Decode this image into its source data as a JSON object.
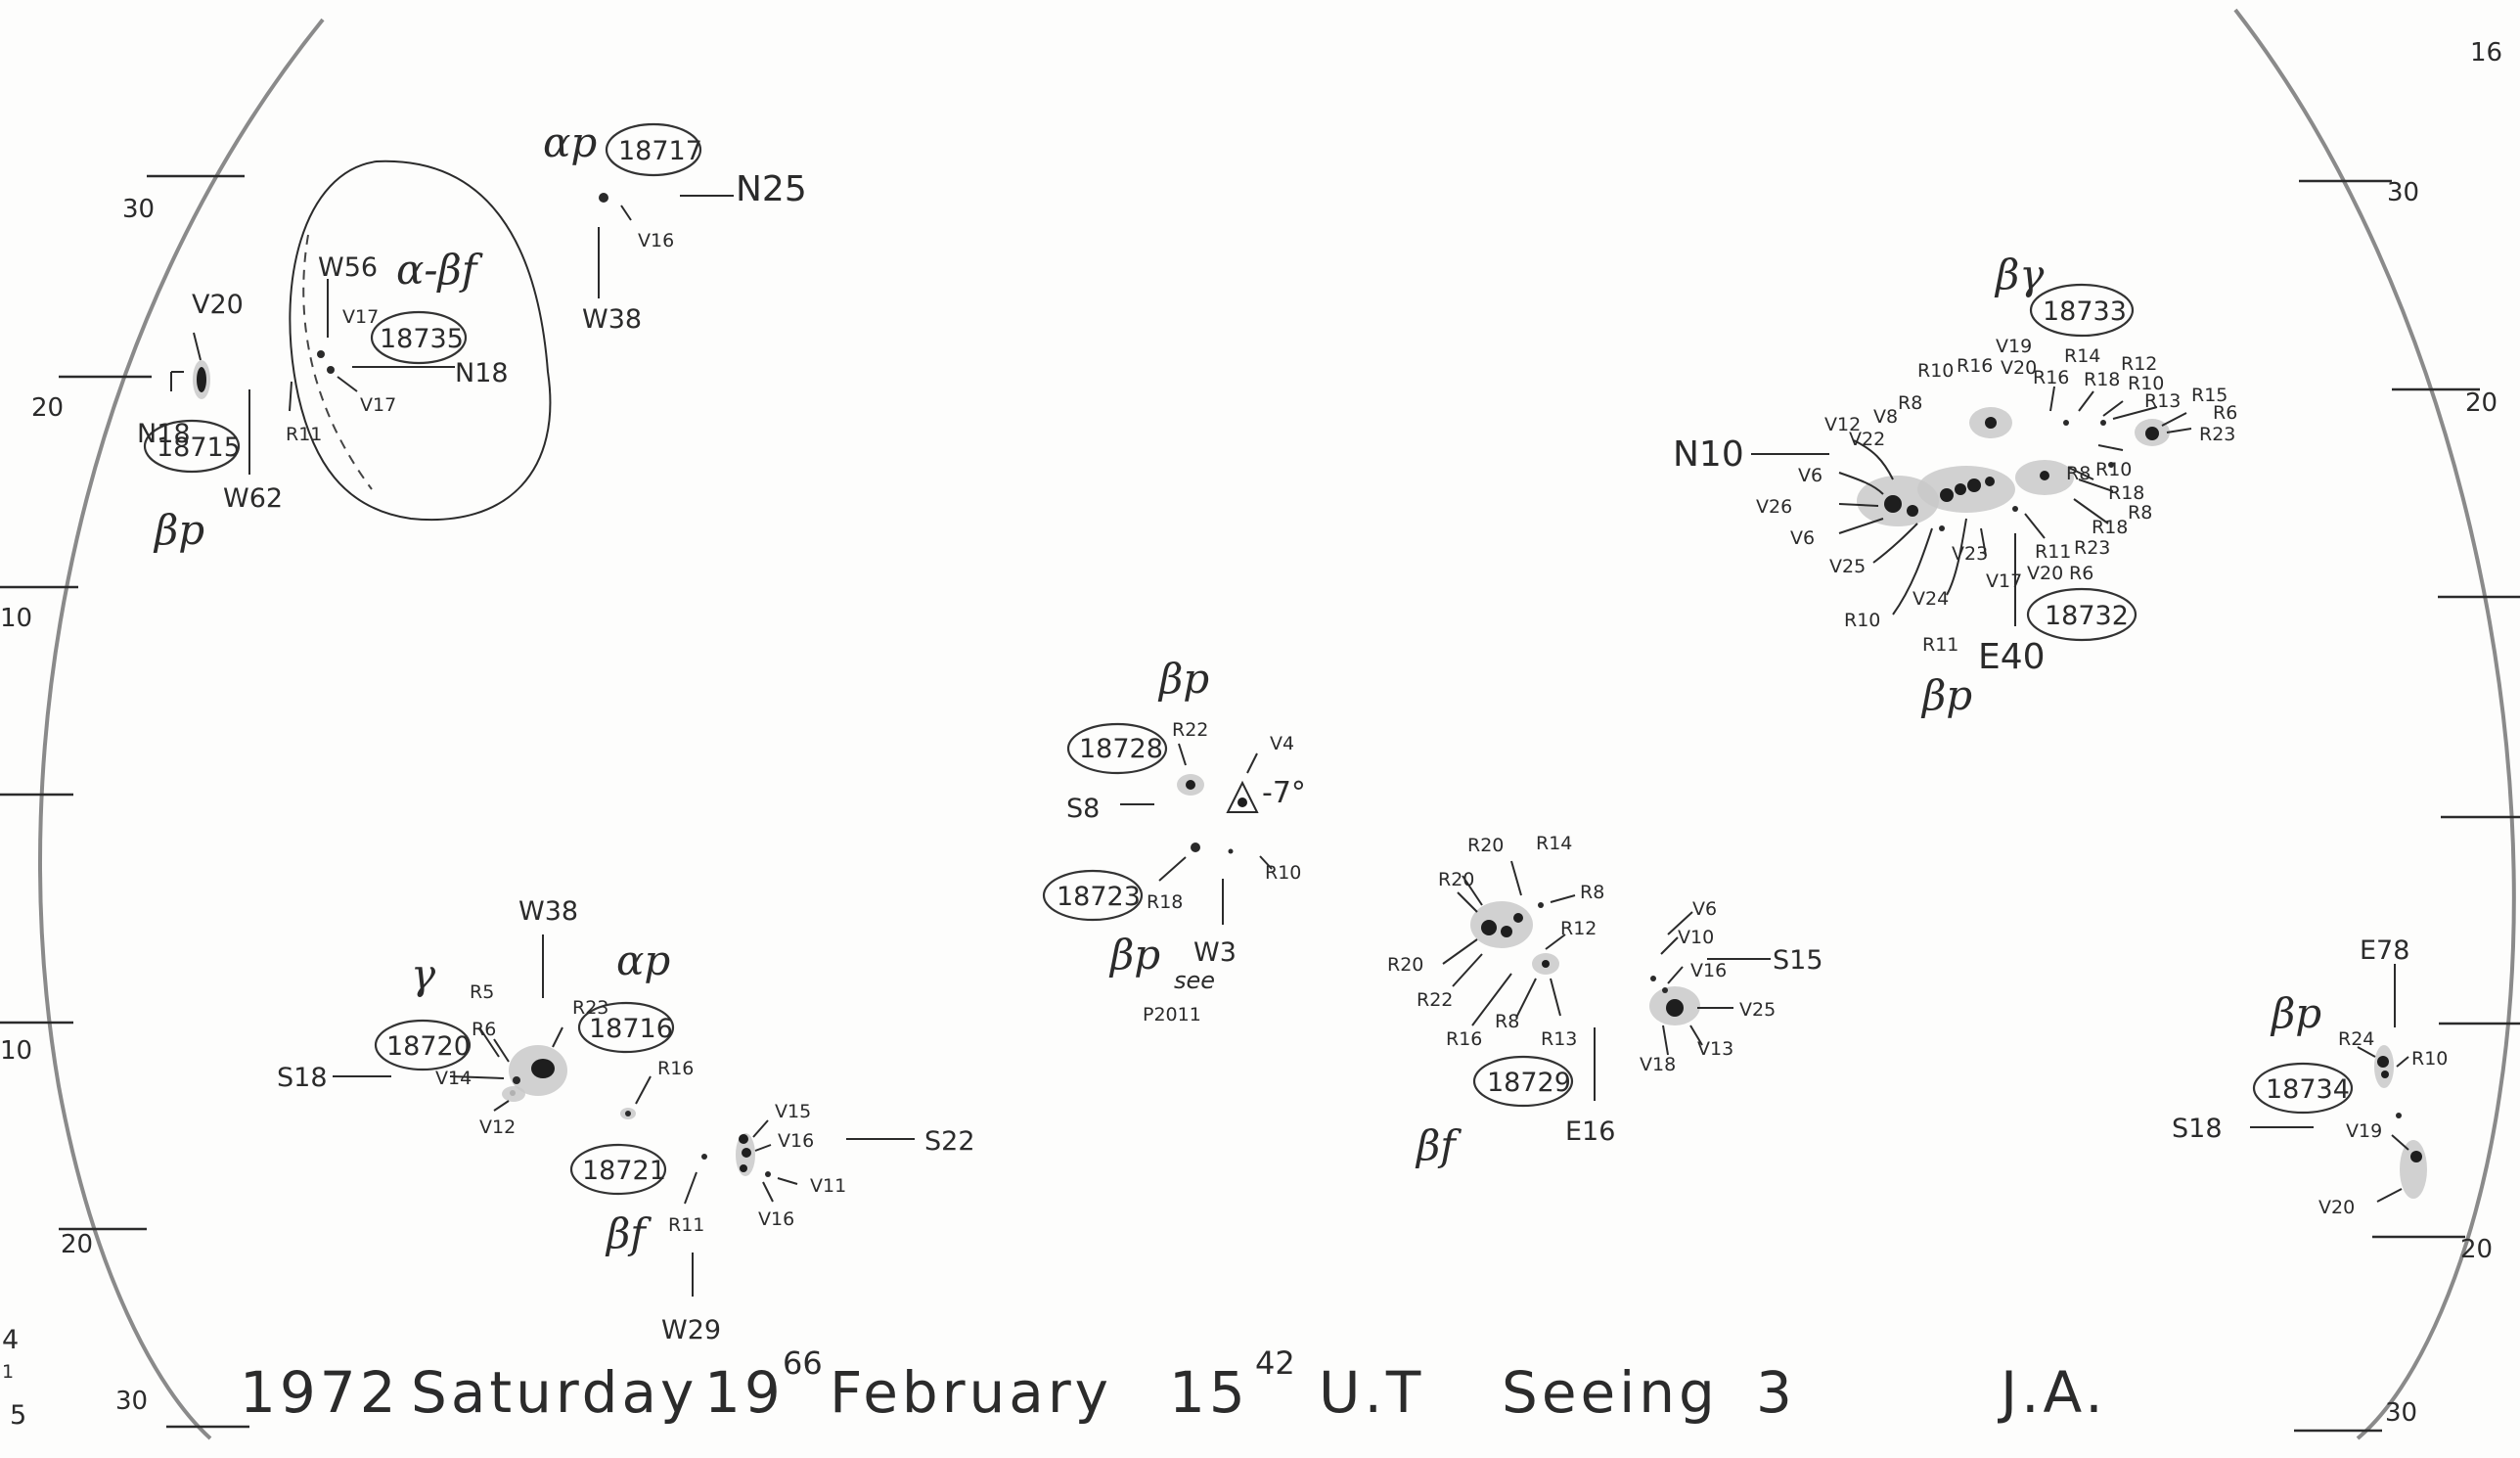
{
  "grid": {
    "left": [
      "30",
      "20",
      "10",
      "10",
      "20",
      "30"
    ],
    "right": [
      "30",
      "20",
      "20",
      "30"
    ],
    "corner": "16",
    "edge_fragment": [
      "4",
      "1",
      "5"
    ]
  },
  "groups": {
    "g18715": {
      "number": "18715",
      "class": "βp",
      "latitude": "N18",
      "longitude": "W62",
      "spots": [
        "V20"
      ]
    },
    "g18735": {
      "number": "18735",
      "class": "α-βf",
      "latitude": "N18",
      "longitude": "W56",
      "spots": [
        "V17",
        "V17",
        "R11"
      ]
    },
    "g18717": {
      "number": "18717",
      "class": "αp",
      "latitude": "N25",
      "longitude": "W38",
      "spots": [
        "V16"
      ]
    },
    "g18733": {
      "number": "18733",
      "class": "βγ",
      "spots": [
        "V12",
        "V8",
        "R8",
        "R10",
        "R16",
        "V19",
        "V20",
        "R16",
        "R14",
        "R18",
        "R12",
        "R10",
        "R13",
        "R15",
        "R6",
        "R23",
        "V22",
        "R8",
        "R10",
        "R18",
        "R8",
        "R18",
        "R23"
      ]
    },
    "g18732": {
      "number": "18732",
      "class": "βp",
      "latitude": "N10",
      "longitude": "E40",
      "spots": [
        "V6",
        "V26",
        "V6",
        "V25",
        "R10",
        "V24",
        "R11",
        "V23",
        "V17",
        "R11",
        "V20",
        "R6"
      ]
    },
    "g18728": {
      "number": "18728",
      "class": "βp",
      "latitude": "S8",
      "spots": [
        "R22",
        "V4",
        "R10"
      ],
      "angle": "-7°"
    },
    "g18723": {
      "number": "18723",
      "class": "βp",
      "longitude": "W3",
      "spots": [
        "R18"
      ],
      "note": "see",
      "page": "P2011"
    },
    "g18720": {
      "number": "18720",
      "class": "γ",
      "latitude": "S18",
      "spots": [
        "R5",
        "R6",
        "V14",
        "V12"
      ]
    },
    "g18716": {
      "number": "18716",
      "class": "αp",
      "longitude": "W38",
      "spots": [
        "R23",
        "R16"
      ]
    },
    "g18721": {
      "number": "18721",
      "class": "βf",
      "latitude": "S22",
      "longitude": "W29",
      "spots": [
        "R11",
        "V15",
        "V16",
        "V11",
        "V16"
      ]
    },
    "g18729": {
      "number": "18729",
      "class": "βf",
      "longitude": "E16",
      "spots": [
        "R20",
        "R14",
        "R20",
        "R8",
        "R12",
        "R20",
        "R22",
        "R16",
        "R8",
        "R13"
      ]
    },
    "gS15": {
      "latitude": "S15",
      "spots": [
        "V6",
        "V10",
        "V16",
        "V25",
        "V18",
        "V13"
      ]
    },
    "g18734": {
      "number": "18734",
      "class": "βp",
      "latitude": "S18",
      "longitude": "E78",
      "spots": [
        "R24",
        "R10",
        "V19",
        "V20"
      ]
    }
  },
  "footer": {
    "year": "1972",
    "weekday": "Saturday",
    "day": "19",
    "day_fraction": "66",
    "month": "February",
    "hour": "15",
    "minute": "42",
    "time_unit": "U.T",
    "seeing_label": "Seeing",
    "seeing_value": "3",
    "observer": "J.A."
  }
}
